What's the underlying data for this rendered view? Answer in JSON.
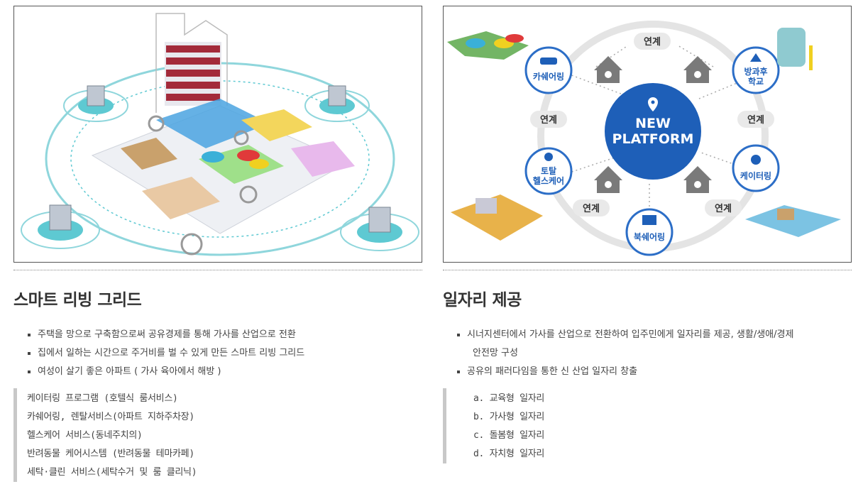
{
  "left": {
    "title": "스마트 리빙 그리드",
    "bullets": [
      "주택을 망으로 구축함으로써 공유경제를 통해 가사를 산업으로 전환",
      "집에서 일하는 시간으로 주거비를 벌 수 있게 만든 스마트 리빙 그리드",
      "여성이 살기 좋은 아파트 ( 가사 육아에서 해방 )"
    ],
    "services": [
      "케이터링 프로그램 (호텔식 룸서비스)",
      "카쉐어링, 렌탈서비스(아파트 지하주차장)",
      "헬스케어 서비스(동네주치의)",
      "반려동물 케어시스템 (반려동물 테마카페)",
      "세탁·클린 서비스(세탁수거 및 룸 클리닉)"
    ]
  },
  "right": {
    "title": "일자리 제공",
    "bullets": [
      "시너지센터에서 가사를 산업으로 전환하여 입주민에게  일자리를 제공, 생활/생애/경제",
      "안전망 구성",
      "공유의 패러다임을 통한 신 산업  일자리 창출"
    ],
    "job_types": [
      "a. 교육형 일자리",
      "b. 가사형 일자리",
      "c. 돌봄형 일자리",
      "d. 자치형 일자리"
    ]
  },
  "diagram": {
    "center_line1": "NEW",
    "center_line2": "PLATFORM",
    "link_label": "연계",
    "nodes": {
      "carsharing": "카쉐어링",
      "afterschool_1": "방과후",
      "afterschool_2": "학교",
      "healthcare_1": "토탈",
      "healthcare_2": "헬스케어",
      "catering": "케이터링",
      "booksharing": "북쉐어링"
    }
  },
  "colors": {
    "platform_blue": "#1e5fb8",
    "node_ring": "#2c6ec7",
    "house_gray": "#7a7a7a",
    "teal": "#5ec9d2"
  }
}
